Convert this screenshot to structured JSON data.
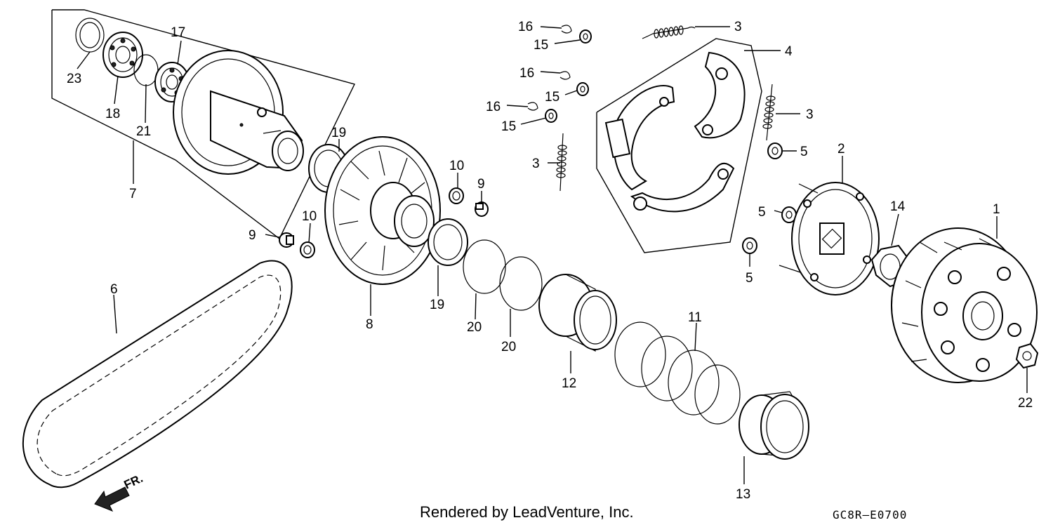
{
  "diagram": {
    "callouts": [
      "1",
      "2",
      "3",
      "3",
      "3",
      "4",
      "5",
      "5",
      "5",
      "6",
      "7",
      "8",
      "9",
      "9",
      "10",
      "10",
      "11",
      "12",
      "13",
      "14",
      "15",
      "15",
      "15",
      "16",
      "16",
      "16",
      "17",
      "18",
      "19",
      "19",
      "20",
      "20",
      "21",
      "22",
      "23"
    ],
    "direction_label": "FR.",
    "credit": "Rendered by LeadVenture, Inc.",
    "figure_code": "GC8R—E0700"
  }
}
